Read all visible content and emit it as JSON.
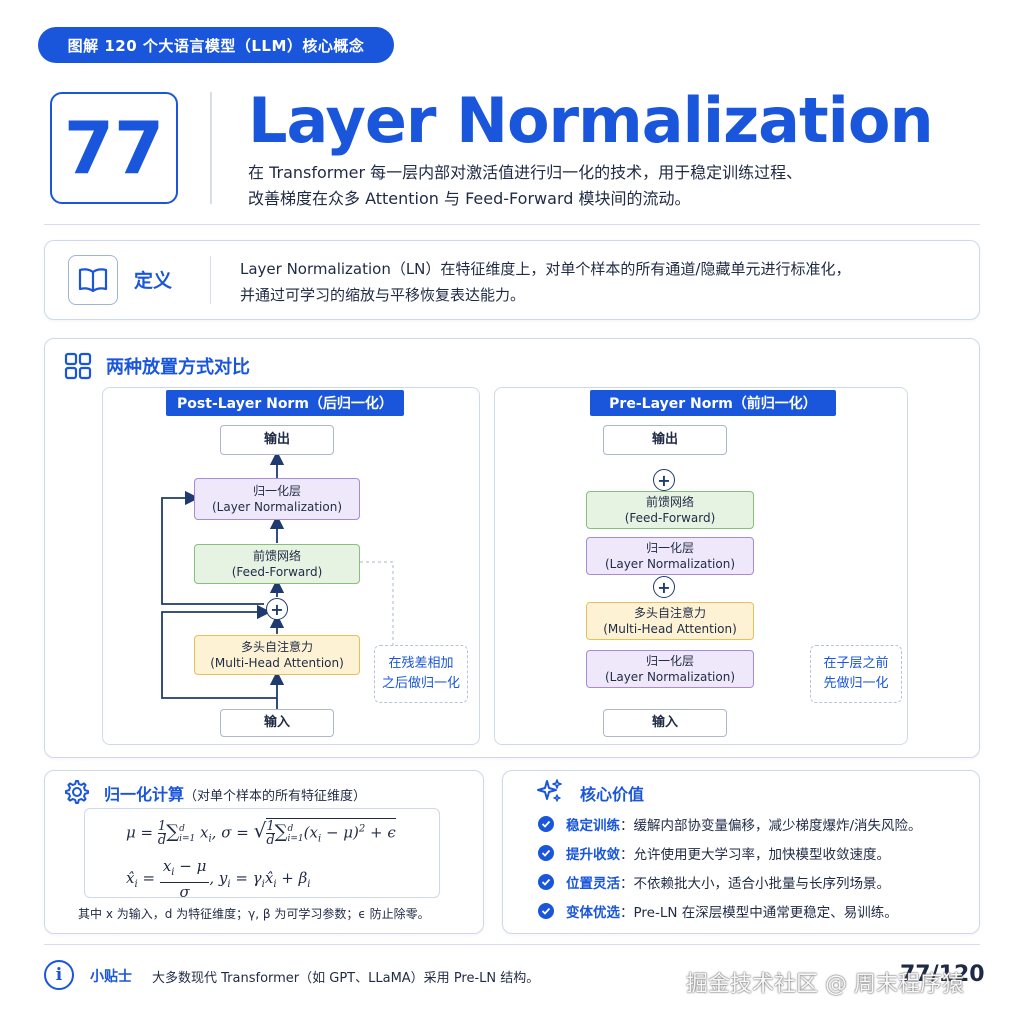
{
  "series_label": "图解 120 个大语言模型（LLM）核心概念",
  "number": "77",
  "title": "Layer Normalization",
  "subtitle": {
    "line1": "在 Transformer 每一层内部对激活值进行归一化的技术，用于稳定训练过程、",
    "line2": "改善梯度在众多 Attention 与 Feed-Forward 模块间的流动。"
  },
  "definition": {
    "label": "定义",
    "line1": "Layer Normalization（LN）在特征维度上，对单个样本的所有通道/隐藏单元进行标准化，",
    "line2": "并通过可学习的缩放与平移恢复表达能力。"
  },
  "comparison": {
    "title": "两种放置方式对比",
    "post": {
      "tag": "Post-Layer Norm（后归一化）",
      "output": "输出",
      "norm_line1": "归一化层",
      "norm_line2": "(Layer Normalization)",
      "ffn_line1": "前馈网络",
      "ffn_line2": "(Feed-Forward)",
      "plus": "+",
      "attn_line1": "多头自注意力",
      "attn_line2": "(Multi-Head Attention)",
      "input": "输入",
      "note_line1": "在残差相加",
      "note_line2": "之后做归一化"
    },
    "pre": {
      "tag": "Pre-Layer Norm（前归一化）",
      "output": "输出",
      "plus_top": "+",
      "ffn_line1": "前馈网络",
      "ffn_line2": "(Feed-Forward)",
      "norm2_line1": "归一化层",
      "norm2_line2": "(Layer Normalization)",
      "plus_mid": "+",
      "attn_line1": "多头自注意力",
      "attn_line2": "(Multi-Head Attention)",
      "norm1_line1": "归一化层",
      "norm1_line2": "(Layer Normalization)",
      "input": "输入",
      "note_line1": "在子层之前",
      "note_line2": "先做归一化"
    }
  },
  "normalization": {
    "title": "归一化计算",
    "title_sub": "（对单个样本的所有特征维度）",
    "formula_mu_lhs": "μ =",
    "formula_mu_frac_num": "1",
    "formula_mu_frac_den": "d",
    "formula_mu_sum": "∑",
    "formula_mu_sum_top": "d",
    "formula_mu_sum_bot": "i=1",
    "formula_mu_rhs": "x",
    "formula_mu_rhs_sub": "i",
    "formula_sigma_lhs": ",  σ =",
    "formula_sigma_frac_num": "1",
    "formula_sigma_frac_den": "d",
    "formula_sigma_body": "(x",
    "formula_sigma_body_sub": "i",
    "formula_sigma_body2": " − μ)",
    "formula_sigma_exp": "2",
    "formula_sigma_eps": " + ϵ",
    "formula_xhat_lhs": "x̂",
    "formula_xhat_sub": "i",
    "formula_xhat_eq": "=",
    "formula_xhat_num": "x",
    "formula_xhat_num_sub": "i",
    "formula_xhat_num2": " − μ",
    "formula_xhat_den": "σ",
    "formula_y": ",   y",
    "formula_y_sub": "i",
    "formula_y_eq": " = γ",
    "formula_y_gamma_sub": "i",
    "formula_y_xhat": "x̂",
    "formula_y_xhat_sub": "i",
    "formula_y_beta": " + β",
    "formula_y_beta_sub": "i",
    "note": "其中 x 为输入，d 为特征维度；γ, β 为可学习参数；ϵ 防止除零。"
  },
  "core_value": {
    "title": "核心价值",
    "items": [
      {
        "key": "稳定训练",
        "text": "：缓解内部协变量偏移，减少梯度爆炸/消失风险。"
      },
      {
        "key": "提升收敛",
        "text": "：允许使用更大学习率，加快模型收敛速度。"
      },
      {
        "key": "位置灵活",
        "text": "：不依赖批大小，适合小批量与长序列场景。"
      },
      {
        "key": "变体优选",
        "text": "：Pre-LN 在深层模型中通常更稳定、易训练。"
      }
    ]
  },
  "tip": {
    "icon": "i",
    "label": "小贴士",
    "text": "大多数现代 Transformer（如 GPT、LLaMA）采用 Pre-LN 结构。"
  },
  "page_number": "77/120",
  "watermark": "掘金技术社区 @ 周末程序猿",
  "colors": {
    "accent": "#1a56db",
    "purple_fill": "#efe8fb",
    "green_fill": "#e6f3e3",
    "yellow_fill": "#fdf3d4",
    "arrow": "#1e3a6e"
  }
}
